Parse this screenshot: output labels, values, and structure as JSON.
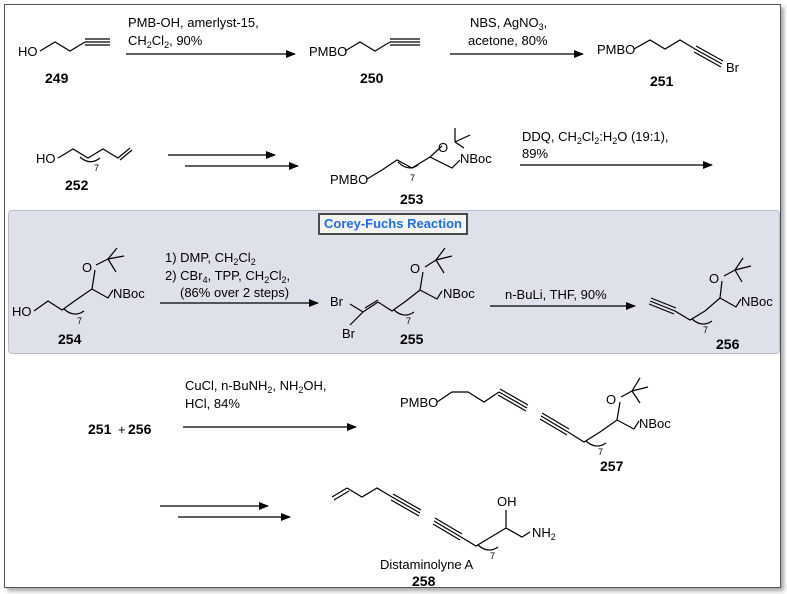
{
  "corey_fuchs": {
    "title": "Corey-Fuchs Reaction"
  },
  "compounds": {
    "c249": {
      "label": "249",
      "hetero": "HO"
    },
    "c250": {
      "label": "250",
      "hetero": "PMBO"
    },
    "c251": {
      "label": "251",
      "hetero": "PMBO",
      "halogen": "Br"
    },
    "c252": {
      "label": "252",
      "hetero": "HO",
      "chain": "7"
    },
    "c253": {
      "label": "253",
      "hetero": "PMBO",
      "ring_o": "O",
      "nboc": "NBoc",
      "chain": "7"
    },
    "c254": {
      "label": "254",
      "hetero": "HO",
      "ring_o": "O",
      "nboc": "NBoc",
      "chain": "7"
    },
    "c255": {
      "label": "255",
      "br1": "Br",
      "br2": "Br",
      "ring_o": "O",
      "nboc": "NBoc",
      "chain": "7"
    },
    "c256": {
      "label": "256",
      "ring_o": "O",
      "nboc": "NBoc",
      "chain": "7"
    },
    "c257": {
      "label": "257",
      "hetero": "PMBO",
      "ring_o": "O",
      "nboc": "NBoc",
      "chain": "7"
    },
    "c258": {
      "label": "258",
      "name": "Distaminolyne A",
      "oh": "OH",
      "nh2": "NH",
      "nh2_sub": "2",
      "chain": "7"
    }
  },
  "reactions": {
    "r1": {
      "line1": "PMB-OH, amerlyst-15,",
      "line2a": "CH",
      "line2b": "2",
      "line2c": "Cl",
      "line2d": "2",
      "line2e": ", 90%"
    },
    "r2": {
      "line1": "NBS, AgNO",
      "line1sub": "3",
      "line1end": ",",
      "line2": "acetone, 80%"
    },
    "r3": {
      "line1a": "DDQ, CH",
      "line1b": "2",
      "line1c": "Cl",
      "line1d": "2",
      "line1e": ":H",
      "line1f": "2",
      "line1g": "O (19:1),",
      "line2": "89%"
    },
    "r4": {
      "line1a": "1) DMP, CH",
      "line1b": "2",
      "line1c": "Cl",
      "line1d": "2",
      "line2a": "2) CBr",
      "line2b": "4",
      "line2c": ", TPP, CH",
      "line2d": "2",
      "line2e": "Cl",
      "line2f": "2",
      "line2g": ",",
      "line3": "(86% over 2 steps)"
    },
    "r5": {
      "line1": "n-BuLi, THF, 90%"
    },
    "r6": {
      "line1a": "CuCl, n-BuNH",
      "line1b": "2",
      "line1c": ", NH",
      "line1d": "2",
      "line1e": "OH,",
      "line2": "HCl, 84%"
    },
    "coupling": {
      "a": "251",
      "plus": "+",
      "b": "256"
    }
  }
}
